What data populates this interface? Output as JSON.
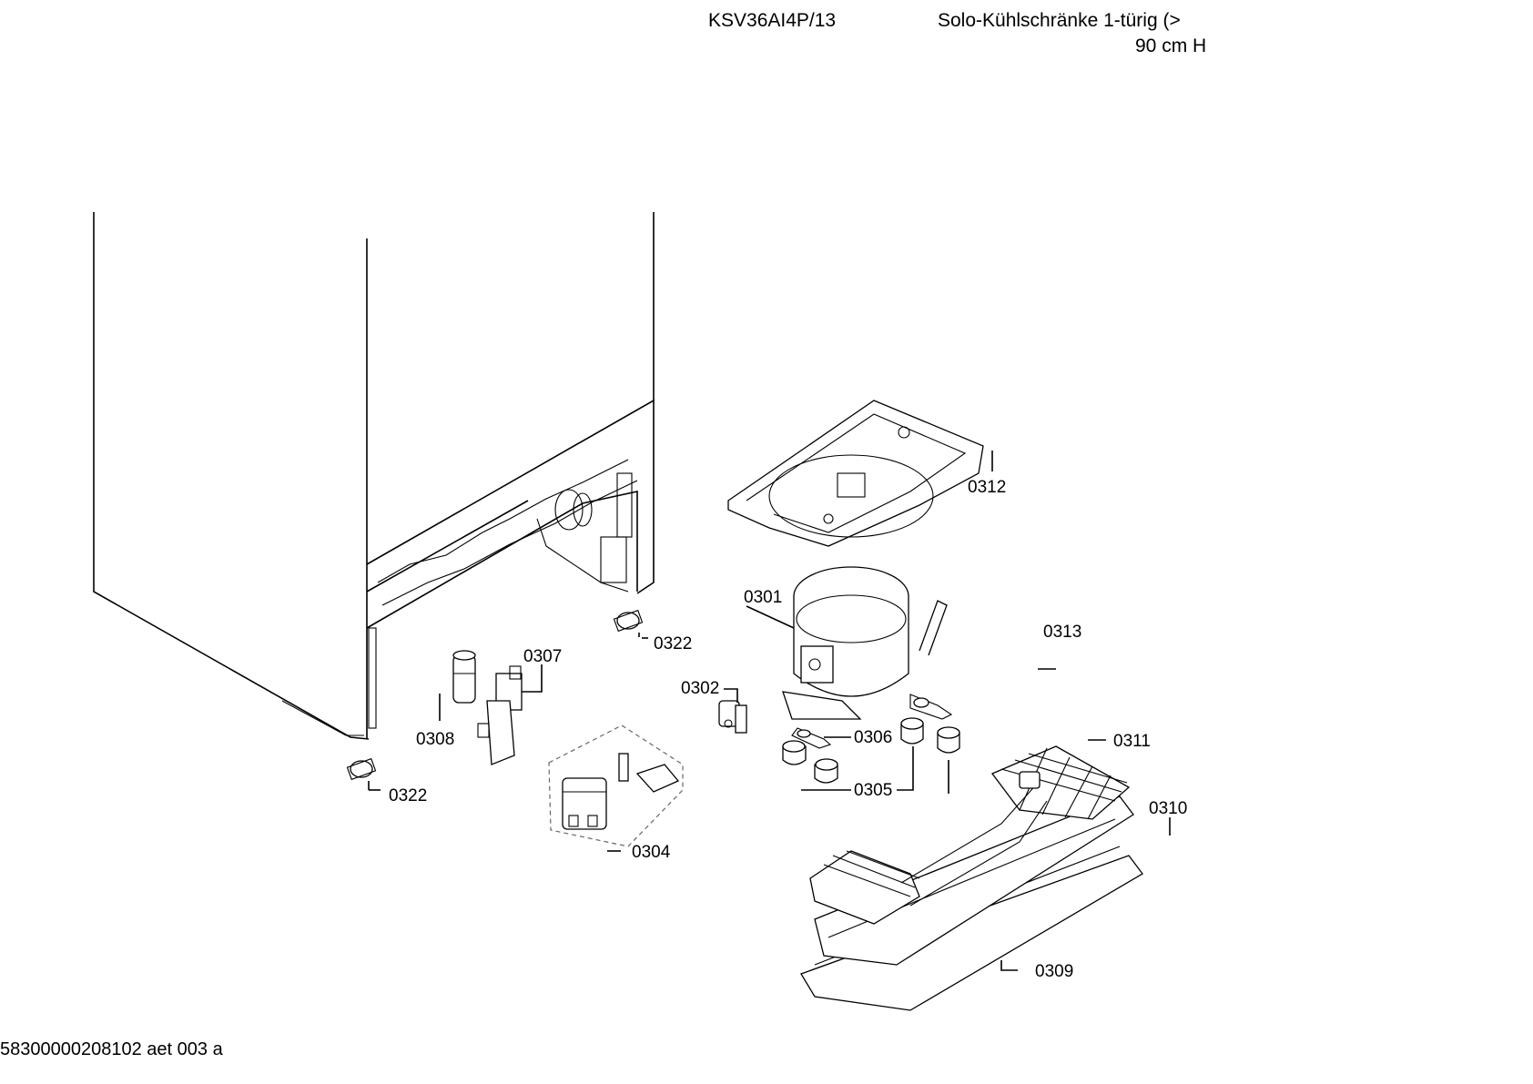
{
  "header": {
    "model": "KSV36AI4P/13",
    "description_line1": "Solo-Kühlschränke 1-türig (>",
    "description_line2": "90 cm H"
  },
  "footer": {
    "code": "58300000208102 aet 003 a"
  },
  "parts": [
    {
      "id": "0301"
    },
    {
      "id": "0302"
    },
    {
      "id": "0304"
    },
    {
      "id": "0305"
    },
    {
      "id": "0306"
    },
    {
      "id": "0307"
    },
    {
      "id": "0308"
    },
    {
      "id": "0309"
    },
    {
      "id": "0310"
    },
    {
      "id": "0311"
    },
    {
      "id": "0312"
    },
    {
      "id": "0313"
    },
    {
      "id": "0322"
    },
    {
      "id": "0322"
    }
  ]
}
